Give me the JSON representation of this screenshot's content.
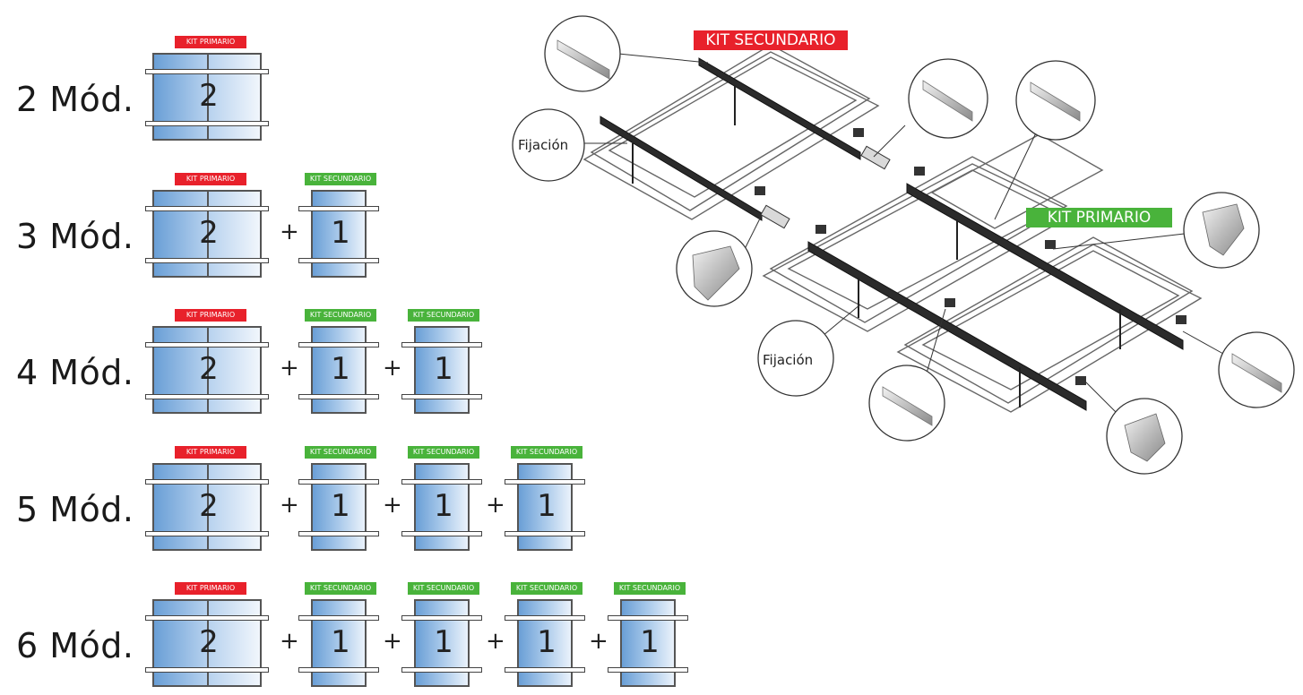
{
  "rows": [
    {
      "label": "2 Mód.",
      "primary_tag": "KIT PRIMARIO",
      "primary_num": "2",
      "secondary_tags": [],
      "secondary_nums": []
    },
    {
      "label": "3 Mód.",
      "primary_tag": "KIT PRIMARIO",
      "primary_num": "2",
      "secondary_tags": [
        "KIT SECUNDARIO"
      ],
      "secondary_nums": [
        "1"
      ]
    },
    {
      "label": "4 Mód.",
      "primary_tag": "KIT PRIMARIO",
      "primary_num": "2",
      "secondary_tags": [
        "KIT SECUNDARIO",
        "KIT SECUNDARIO"
      ],
      "secondary_nums": [
        "1",
        "1"
      ]
    },
    {
      "label": "5 Mód.",
      "primary_tag": "KIT PRIMARIO",
      "primary_num": "2",
      "secondary_tags": [
        "KIT SECUNDARIO",
        "KIT SECUNDARIO",
        "KIT SECUNDARIO"
      ],
      "secondary_nums": [
        "1",
        "1",
        "1"
      ]
    },
    {
      "label": "6 Mód.",
      "primary_tag": "KIT PRIMARIO",
      "primary_num": "2",
      "secondary_tags": [
        "KIT SECUNDARIO",
        "KIT SECUNDARIO",
        "KIT SECUNDARIO",
        "KIT SECUNDARIO"
      ],
      "secondary_nums": [
        "1",
        "1",
        "1",
        "1"
      ]
    }
  ],
  "plus_sign": "+",
  "diagram": {
    "secondary_label": "KIT SECUNDARIO",
    "primary_label": "KIT PRIMARIO",
    "fixation_label_1": "Fijación",
    "fixation_label_2": "Fijación"
  },
  "colors": {
    "red": "#e8212b",
    "green": "#49b33b",
    "panel_blue": "#6a9fd6"
  }
}
